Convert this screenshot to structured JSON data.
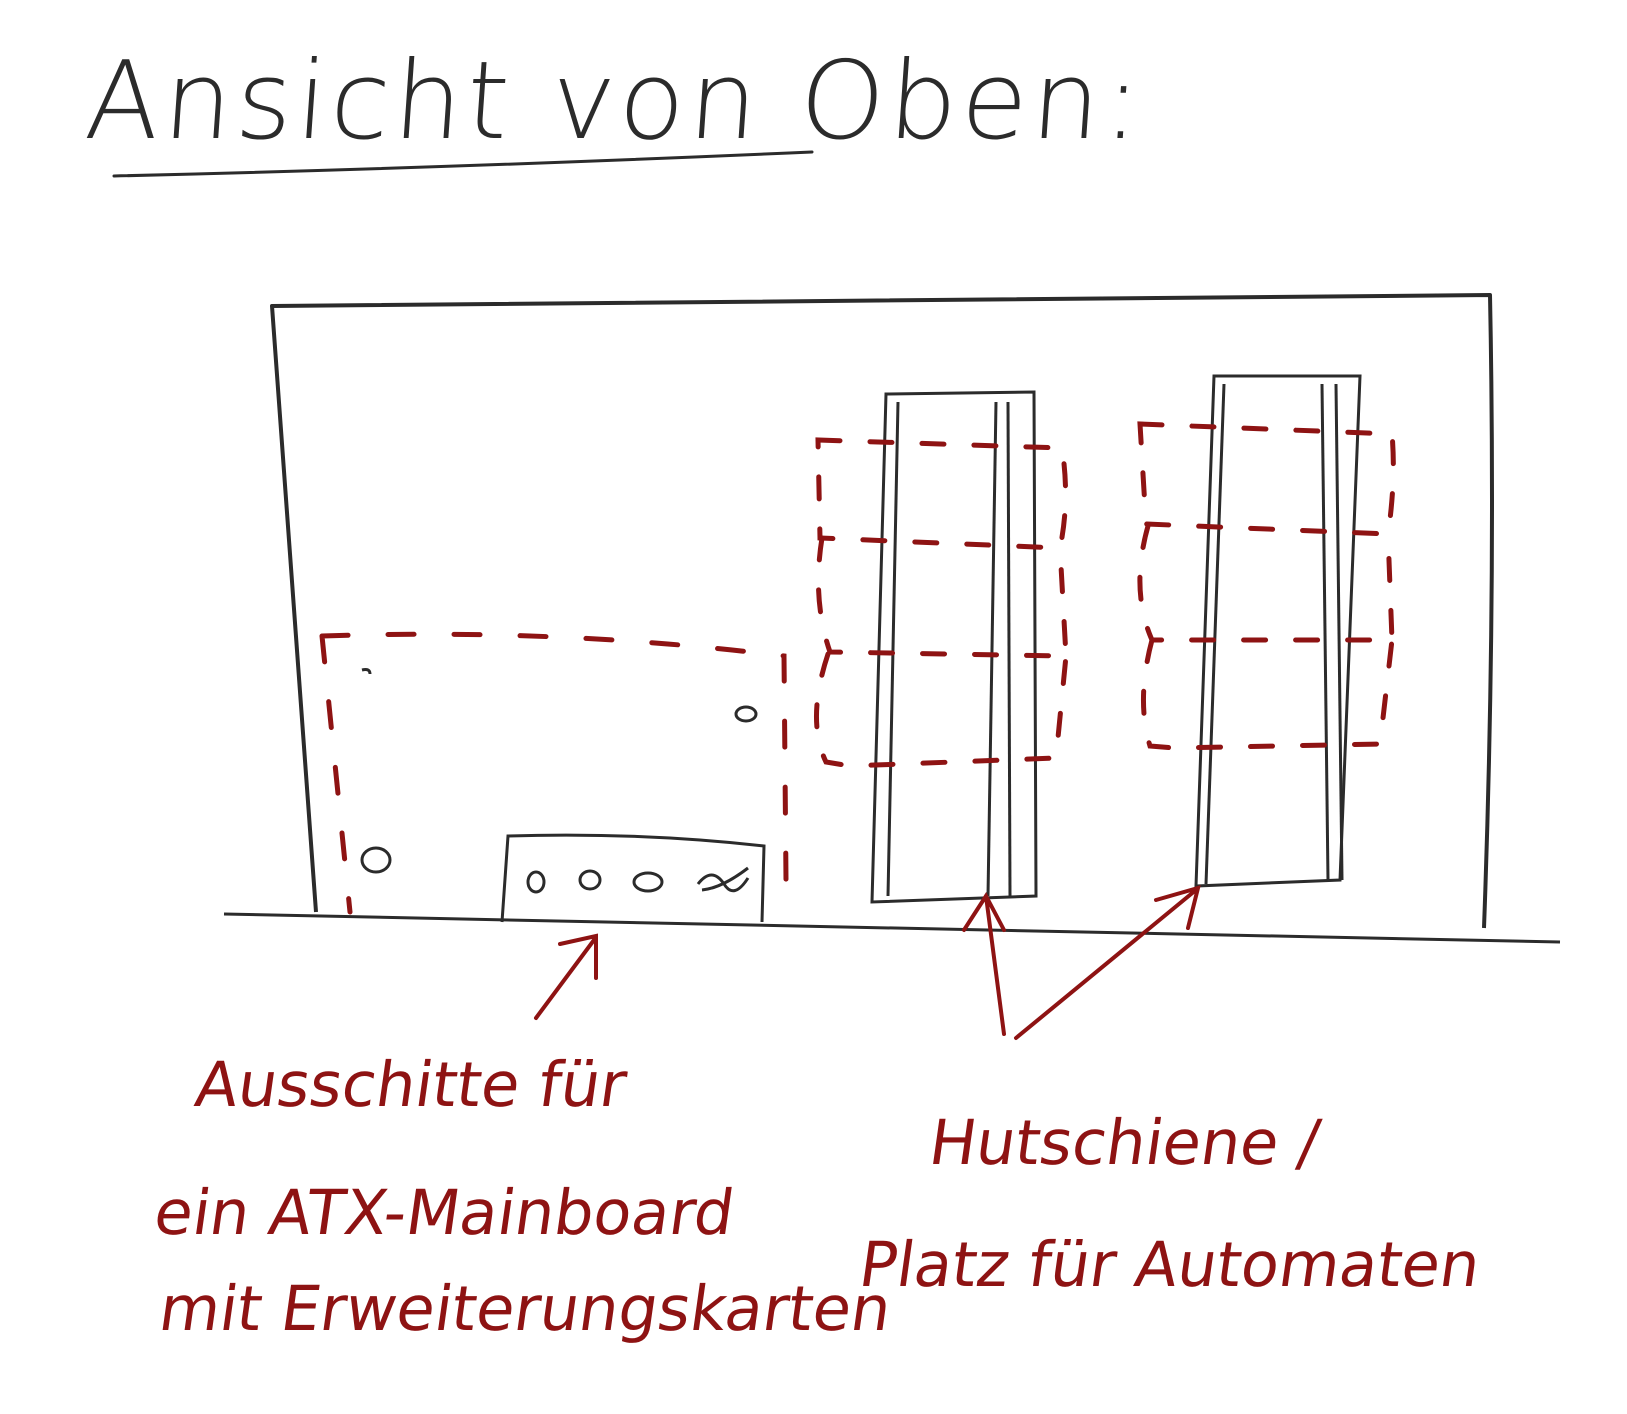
{
  "title": "Ansicht von Oben:",
  "labels": {
    "cutouts_line1": "Ausschitte für",
    "cutouts_line2": "ein ATX-Mainboard",
    "cutouts_line3": "mit Erweiterungskarten",
    "rail_line1": "Hutschiene /",
    "rail_line2": "Platz für Automaten"
  },
  "colors": {
    "ink": "#2b2b2b",
    "red_ink": "#8e1313",
    "paper": "#ffffff"
  }
}
